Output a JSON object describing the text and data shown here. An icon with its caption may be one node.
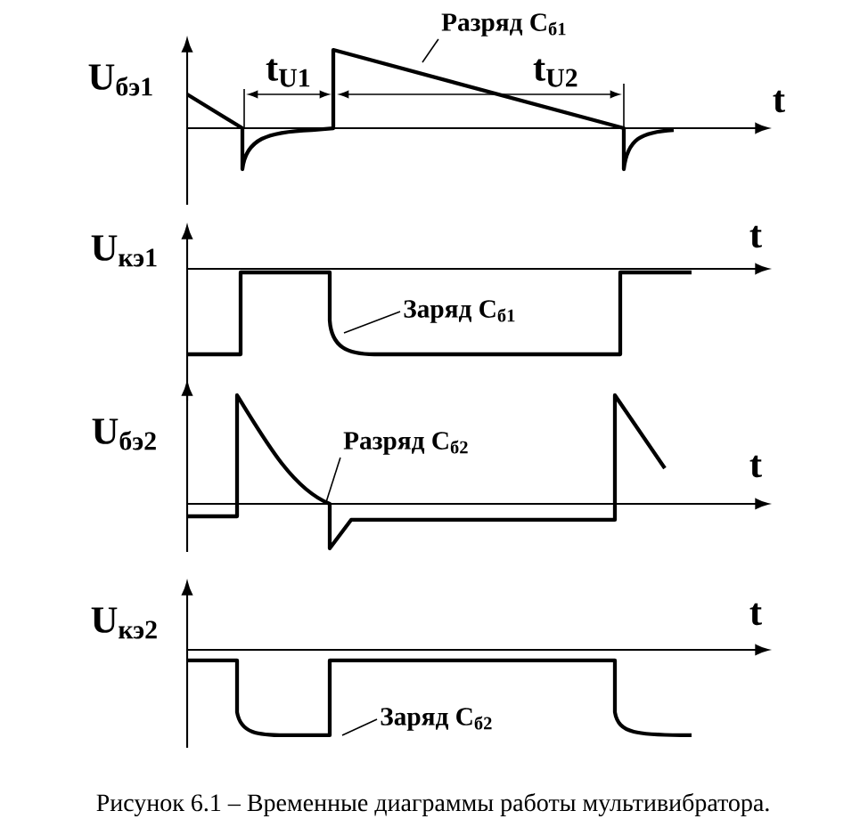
{
  "diagram": {
    "caption": "Рисунок 6.1 – Временные диаграммы работы мультивибратора.",
    "nodes": [
      {
        "text": [
          "Разряд C$_{б1}$"
        ]
      },
      {
        "text": [
          "Заряд C$_{б1}$"
        ]
      },
      {
        "text": [
          "Разряд C$_{б2}$"
        ]
      },
      {
        "text": [
          "Заряд C$_{б2}$"
        ]
      }
    ],
    "edges": [
      {
        "from": 0,
        "to": null,
        "arrow": "none"
      },
      {
        "from": 1,
        "to": null,
        "arrow": "none"
      },
      {
        "from": 2,
        "to": null,
        "arrow": "none"
      },
      {
        "from": 3,
        "to": null,
        "arrow": "none"
      }
    ],
    "labels": [
      "U$_{бэ1}$",
      "t",
      "t$_{U1}$",
      "t$_{U2}$",
      "U$_{кэ1}$",
      "t",
      "U$_{бэ2}$",
      "t",
      "U$_{кэ2}$",
      "t"
    ]
  }
}
